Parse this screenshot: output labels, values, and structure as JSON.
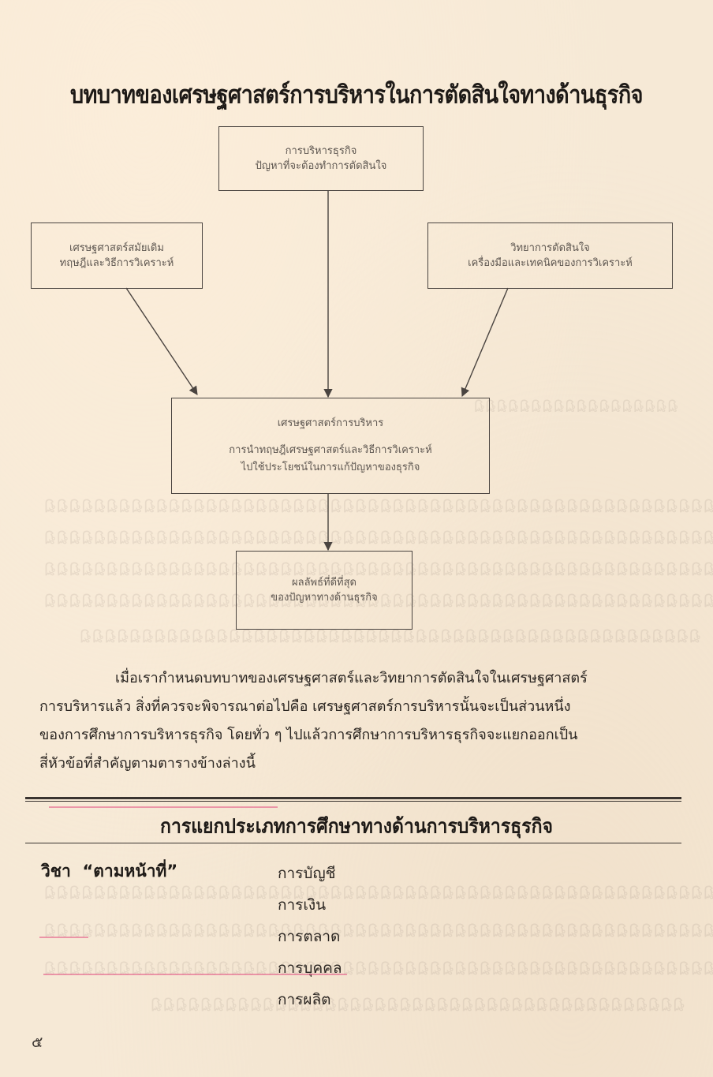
{
  "page": {
    "title": "บทบาทของเศรษฐศาสตร์การบริหารในการตัดสินใจทางด้านธุรกิจ",
    "page_number": "๕"
  },
  "diagram": {
    "top_box": {
      "line1": "การบริหารธุรกิจ",
      "line2": "ปัญหาที่จะต้องทำการตัดสินใจ"
    },
    "left_box": {
      "line1": "เศรษฐศาสตร์สมัยเดิม",
      "line2": "ทฤษฎีและวิธีการวิเคราะห์"
    },
    "right_box": {
      "line1": "วิทยาการตัดสินใจ",
      "line2": "เครื่องมือและเทคนิคของการวิเคราะห์"
    },
    "center_box": {
      "line1": "เศรษฐศาสตร์การบริหาร",
      "line2": "การนำทฤษฎีเศรษฐศาสตร์และวิธีการวิเคราะห์",
      "line3": "ไปใช้ประโยชน์ในการแก้ปัญหาของธุรกิจ"
    },
    "bottom_box": {
      "line1": "ผลลัพธ์ที่ดีที่สุด",
      "line2": "ของปัญหาทางด้านธุรกิจ"
    }
  },
  "paragraph": {
    "line1": "เมื่อเรากำหนดบทบาทของเศรษฐศาสตร์และวิทยาการตัดสินใจในเศรษฐศาสตร์",
    "line2a": "การบริหารแล้ว",
    "line2b": "สิ่งที่ควรจะพิจารณาต่อไปคือ",
    "line2c": "เศรษฐศาสตร์การบริหารนั้นจะเป็นส่วนหนึ่ง",
    "line3a": "ของการศึกษาการบริหารธุรกิจ",
    "line3b": "โดยทั่ว ๆ ไปแล้วการศึกษาการบริหารธุรกิจจะแยกออกเป็น",
    "line4": "สี่หัวข้อที่สำคัญตามตารางข้างล่างนี้"
  },
  "classification": {
    "title": "การแยกประเภทการศึกษาทางด้านการบริหารธุรกิจ",
    "subject_label": "วิชา  “ตามหน้าที่”",
    "functions": [
      "การบัญชี",
      "การเงิน",
      "การตลาด",
      "การบุคคล",
      "การผลิต"
    ]
  }
}
